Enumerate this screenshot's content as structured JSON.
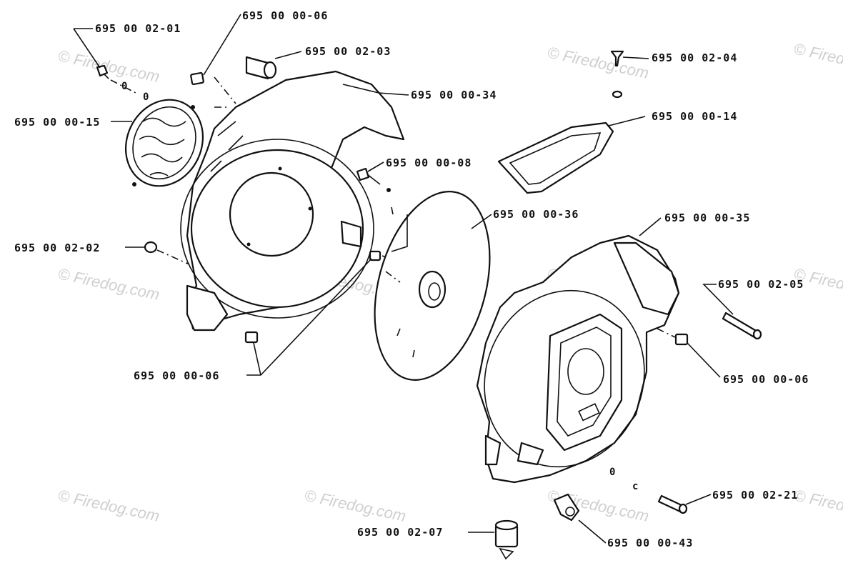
{
  "watermark": "© Firedog.com",
  "labels": {
    "p_02_01": "695 00 02-01",
    "p_00_06_top": "695 00 00-06",
    "p_02_03": "695 00 02-03",
    "p_02_04": "695 00 02-04",
    "p_00_34": "695 00 00-34",
    "p_00_15": "695 00 00-15",
    "p_00_14": "695 00 00-14",
    "p_00_08": "695 00 00-08",
    "p_00_36": "695 00 00-36",
    "p_00_35": "695 00 00-35",
    "p_02_02": "695 00 02-02",
    "p_02_05": "695 00 02-05",
    "p_00_06_left": "695 00 00-06",
    "p_00_06_right": "695 00 00-06",
    "p_02_21": "695 00 02-21",
    "p_02_07": "695 00 02-07",
    "p_00_43": "695 00 00-43"
  }
}
